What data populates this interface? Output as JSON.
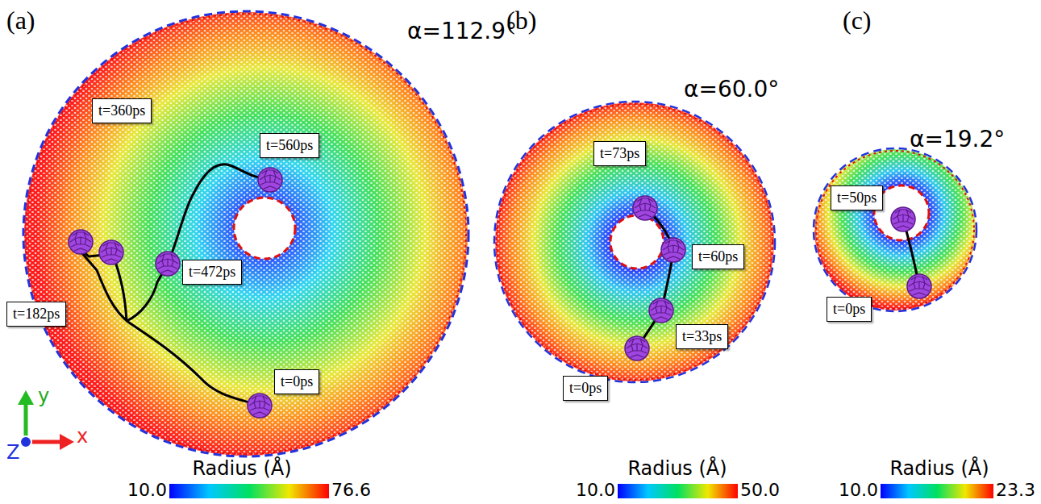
{
  "diagram": {
    "nodes": [
      {
        "text": [
          "t=560ps"
        ]
      },
      {
        "text": [
          "t=360ps"
        ]
      },
      {
        "text": [
          "t=472ps"
        ]
      },
      {
        "text": [
          "t=182ps"
        ]
      },
      {
        "text": [
          "t=0ps"
        ]
      },
      {
        "text": [
          "t=73ps"
        ]
      },
      {
        "text": [
          "t=60ps"
        ]
      },
      {
        "text": [
          "t=33ps"
        ]
      },
      {
        "text": [
          "t=0ps"
        ]
      },
      {
        "text": [
          "t=50ps"
        ]
      },
      {
        "text": [
          "t=0ps"
        ]
      }
    ],
    "labels": [
      "(a)",
      "(b)",
      "(c)",
      "α=112.9°",
      "α=60.0°",
      "α=19.2°",
      "Radius (Å)",
      "10.0",
      "76.6",
      "Radius (Å)",
      "10.0",
      "50.0",
      "Radius (Å)",
      "10.0",
      "23.3",
      "y",
      "x",
      "Z"
    ]
  }
}
